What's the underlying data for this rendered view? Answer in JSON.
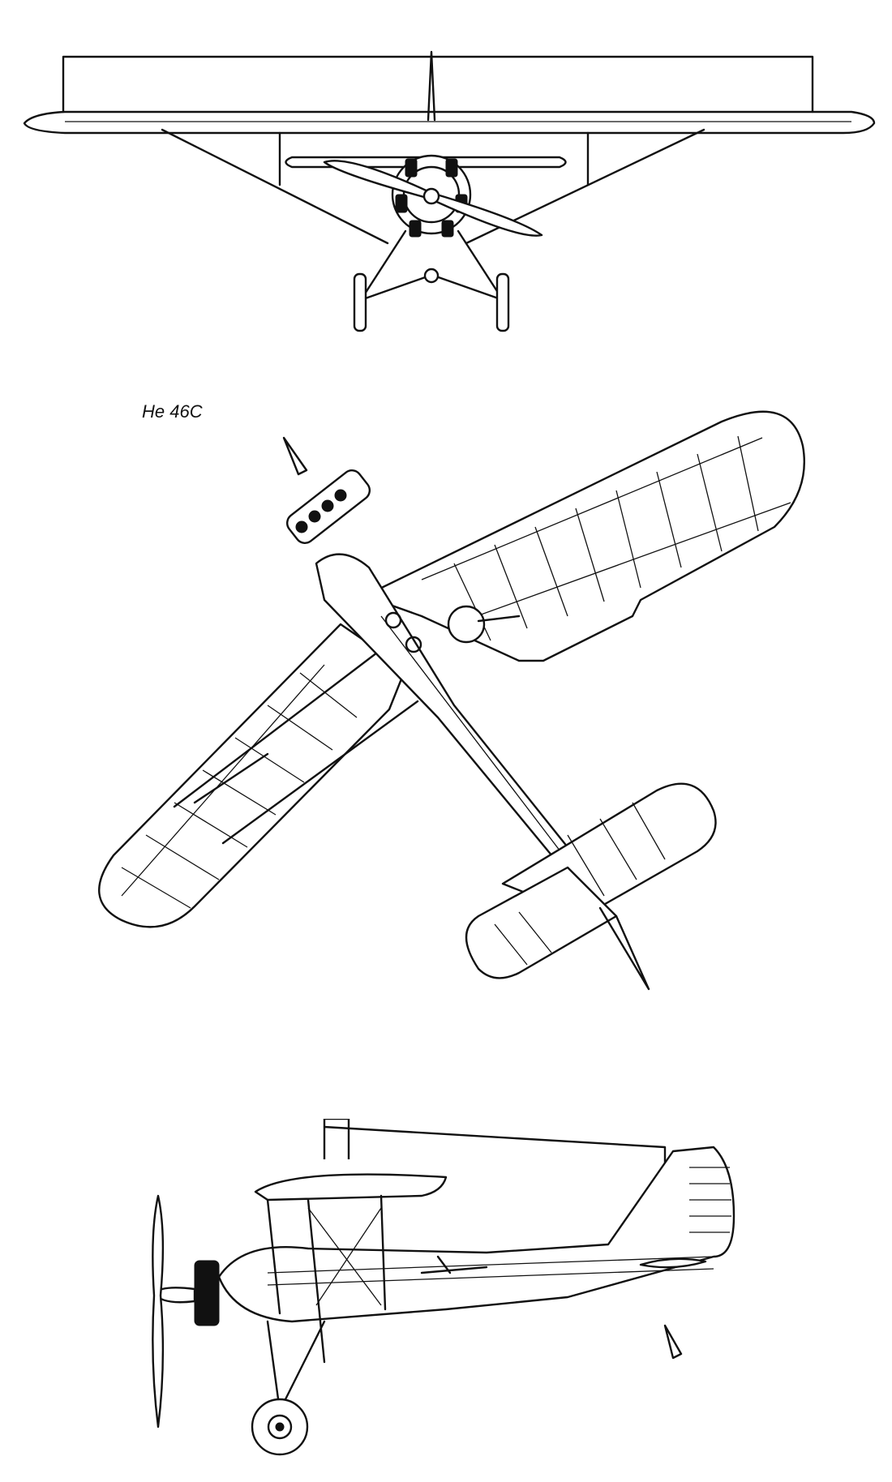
{
  "caption": "He 46C",
  "views": [
    "front-view",
    "plan-view",
    "side-view"
  ],
  "colors": {
    "line": "#111111",
    "background": "#ffffff"
  }
}
